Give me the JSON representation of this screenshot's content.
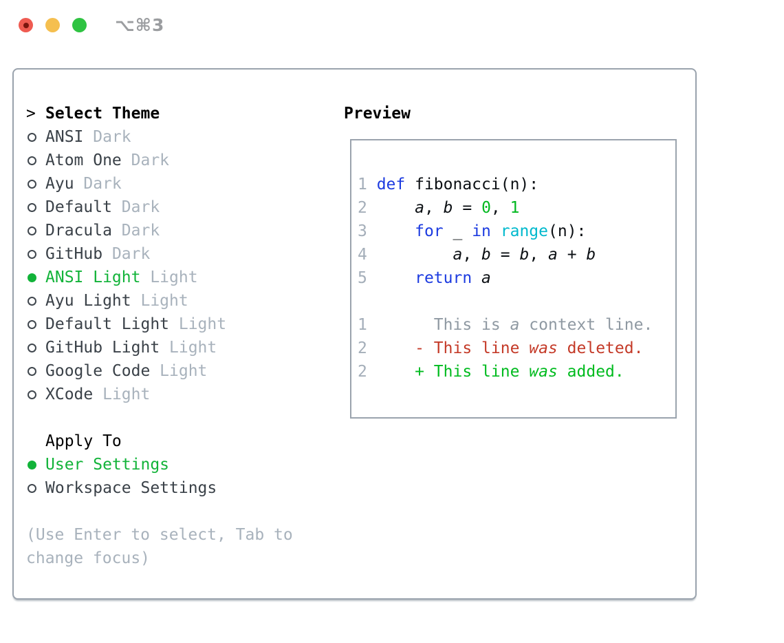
{
  "window": {
    "title": "⌥⌘3"
  },
  "colors": {
    "green": "#12b339",
    "added": "#00bb1f",
    "deleted": "#c43a28",
    "kw": "#1c3be0",
    "fn": "#00b9cd",
    "numlit": "#00b81f",
    "plain": "#0c1014",
    "text": "#3a4148",
    "muted": "#a8b2bc",
    "lnum": "#a4aeb9",
    "ctx": "#8f99a2",
    "heading": "#000000",
    "panel_border": "#9aa3ad",
    "box_border": "#9aa3ad",
    "circle": "#40474e",
    "title_gray": "#9b9da0",
    "tl_red": "#ef5b51",
    "tl_red_dot": "#7a150d",
    "tl_yellow": "#f5bf4f",
    "tl_green": "#2fc342"
  },
  "left": {
    "prompt": ">",
    "heading": "Select Theme",
    "themes": [
      {
        "name": "ANSI",
        "variant": "Dark",
        "selected": false
      },
      {
        "name": "Atom One",
        "variant": "Dark",
        "selected": false
      },
      {
        "name": "Ayu",
        "variant": "Dark",
        "selected": false
      },
      {
        "name": "Default",
        "variant": "Dark",
        "selected": false
      },
      {
        "name": "Dracula",
        "variant": "Dark",
        "selected": false
      },
      {
        "name": "GitHub",
        "variant": "Dark",
        "selected": false
      },
      {
        "name": "ANSI Light",
        "variant": "Light",
        "selected": true
      },
      {
        "name": "Ayu Light",
        "variant": "Light",
        "selected": false
      },
      {
        "name": "Default Light",
        "variant": "Light",
        "selected": false
      },
      {
        "name": "GitHub Light",
        "variant": "Light",
        "selected": false
      },
      {
        "name": "Google Code",
        "variant": "Light",
        "selected": false
      },
      {
        "name": "XCode",
        "variant": "Light",
        "selected": false
      }
    ],
    "apply_heading": "Apply To",
    "apply_options": [
      {
        "label": "User Settings",
        "selected": true
      },
      {
        "label": "Workspace Settings",
        "selected": false
      }
    ],
    "help_lines": [
      "(Use Enter to select, Tab to",
      "change focus)"
    ]
  },
  "preview": {
    "heading": "Preview",
    "code": [
      {
        "num": "1",
        "tokens": [
          {
            "t": "def",
            "c": "kw"
          },
          {
            "t": " fibonacci(n):",
            "c": "pl"
          }
        ]
      },
      {
        "num": "2",
        "tokens": [
          {
            "t": "    ",
            "c": "pl"
          },
          {
            "t": "a",
            "c": "var",
            "i": true
          },
          {
            "t": ", ",
            "c": "pl"
          },
          {
            "t": "b",
            "c": "var",
            "i": true
          },
          {
            "t": " = ",
            "c": "pl"
          },
          {
            "t": "0",
            "c": "num"
          },
          {
            "t": ", ",
            "c": "pl"
          },
          {
            "t": "1",
            "c": "num"
          }
        ]
      },
      {
        "num": "3",
        "tokens": [
          {
            "t": "    ",
            "c": "pl"
          },
          {
            "t": "for",
            "c": "kw"
          },
          {
            "t": " _ ",
            "c": "pl"
          },
          {
            "t": "in",
            "c": "kw"
          },
          {
            "t": " ",
            "c": "pl"
          },
          {
            "t": "range",
            "c": "fn"
          },
          {
            "t": "(n):",
            "c": "pl"
          }
        ]
      },
      {
        "num": "4",
        "tokens": [
          {
            "t": "        ",
            "c": "pl"
          },
          {
            "t": "a",
            "c": "var",
            "i": true
          },
          {
            "t": ", ",
            "c": "pl"
          },
          {
            "t": "b",
            "c": "var",
            "i": true
          },
          {
            "t": " = ",
            "c": "pl"
          },
          {
            "t": "b",
            "c": "var",
            "i": true
          },
          {
            "t": ", ",
            "c": "pl"
          },
          {
            "t": "a",
            "c": "var",
            "i": true
          },
          {
            "t": " + ",
            "c": "pl"
          },
          {
            "t": "b",
            "c": "var",
            "i": true
          }
        ]
      },
      {
        "num": "5",
        "tokens": [
          {
            "t": "    ",
            "c": "pl"
          },
          {
            "t": "return",
            "c": "kw"
          },
          {
            "t": " ",
            "c": "pl"
          },
          {
            "t": "a",
            "c": "var",
            "i": true
          }
        ]
      }
    ],
    "diff": [
      {
        "num": "1",
        "tokens": [
          {
            "t": "      This is ",
            "c": "ctx"
          },
          {
            "t": "a",
            "c": "ctx",
            "i": true
          },
          {
            "t": " context line.",
            "c": "ctx"
          }
        ]
      },
      {
        "num": "2",
        "tokens": [
          {
            "t": "    - This line ",
            "c": "del"
          },
          {
            "t": "was",
            "c": "del",
            "i": true
          },
          {
            "t": " deleted.",
            "c": "del"
          }
        ]
      },
      {
        "num": "2",
        "tokens": [
          {
            "t": "    + This line ",
            "c": "add"
          },
          {
            "t": "was",
            "c": "add",
            "i": true
          },
          {
            "t": " added.",
            "c": "add"
          }
        ]
      }
    ]
  }
}
